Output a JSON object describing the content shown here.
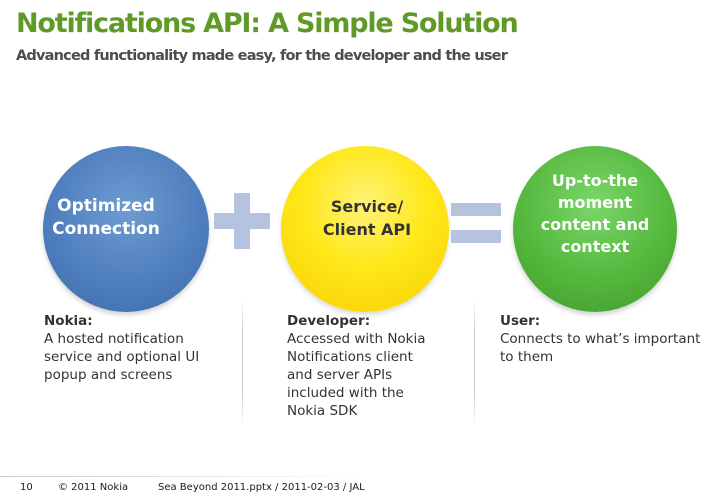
{
  "slide": {
    "title": "Notifications API: A Simple Solution",
    "subtitle": "Advanced functionality made easy, for the developer and the user"
  },
  "circles": {
    "blue": {
      "label": "Optimized\nConnection",
      "color": "#4f7fbe"
    },
    "yellow": {
      "label": "Service/\nClient API",
      "color": "#ffe81a"
    },
    "green": {
      "label": "Up-to-the\nmoment\ncontent and\ncontext",
      "color": "#55b83d"
    }
  },
  "operators": {
    "plus": "plus-icon",
    "equals": "equals-icon",
    "color": "#b5c3de"
  },
  "columns": {
    "nokia": {
      "heading": "Nokia:",
      "text": " A hosted notification\nservice and optional UI\npopup and screens"
    },
    "developer": {
      "heading": "Developer:",
      "text": "Accessed  with Nokia\nNotifications client\nand server APIs\nincluded with the\nNokia SDK"
    },
    "user": {
      "heading": "User:",
      "text": "Connects to what’s important\nto them"
    }
  },
  "footer": {
    "page_number": "10",
    "copyright": "© 2011  Nokia",
    "file_info": "Sea Beyond 2011.pptx / 2011-02-03 / JAL"
  },
  "colors": {
    "title": "#5f9a26",
    "subtitle": "#4d4d4d"
  }
}
